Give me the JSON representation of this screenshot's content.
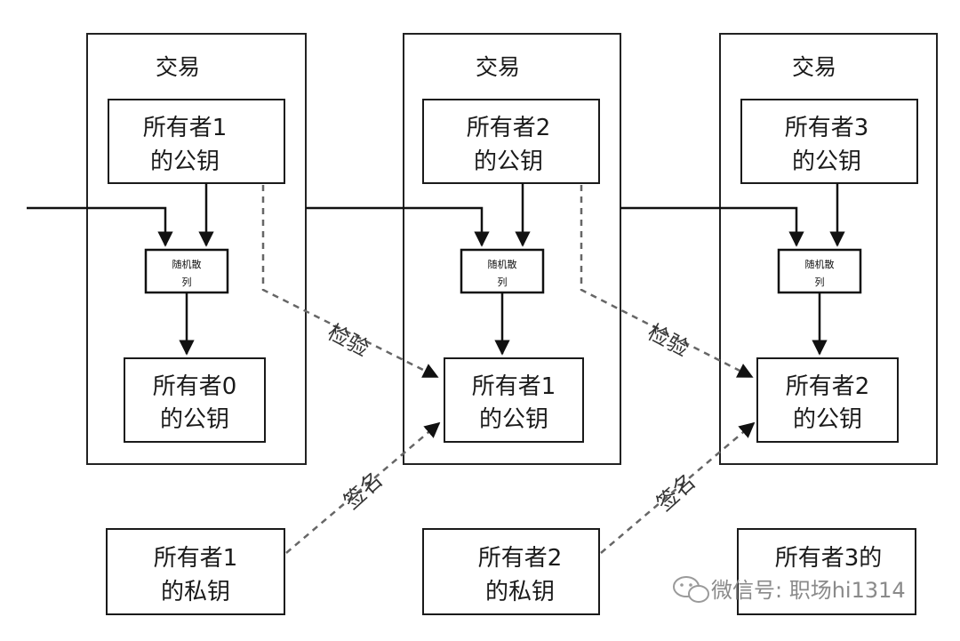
{
  "transactions": [
    {
      "title": "交易",
      "public_key": {
        "line1": "所有者1",
        "line2": "的公钥"
      },
      "hash": {
        "line1": "随机散",
        "line2": "列"
      },
      "prev_public_key": {
        "line1": "所有者0",
        "line2": "的公钥"
      }
    },
    {
      "title": "交易",
      "public_key": {
        "line1": "所有者2",
        "line2": "的公钥"
      },
      "hash": {
        "line1": "随机散",
        "line2": "列"
      },
      "prev_public_key": {
        "line1": "所有者1",
        "line2": "的公钥"
      }
    },
    {
      "title": "交易",
      "public_key": {
        "line1": "所有者3",
        "line2": "的公钥"
      },
      "hash": {
        "line1": "随机散",
        "line2": "列"
      },
      "prev_public_key": {
        "line1": "所有者2",
        "line2": "的公钥"
      }
    }
  ],
  "private_keys": [
    {
      "line1": "所有者1",
      "line2": "的私钥"
    },
    {
      "line1": "所有者2",
      "line2": "的私钥"
    },
    {
      "line1": "所有者3的",
      "line2": ""
    }
  ],
  "labels": {
    "verify": "检验",
    "sign": "签名"
  },
  "watermark": {
    "text": "微信号: 职场hi1314",
    "icon": "wechat-icon"
  }
}
